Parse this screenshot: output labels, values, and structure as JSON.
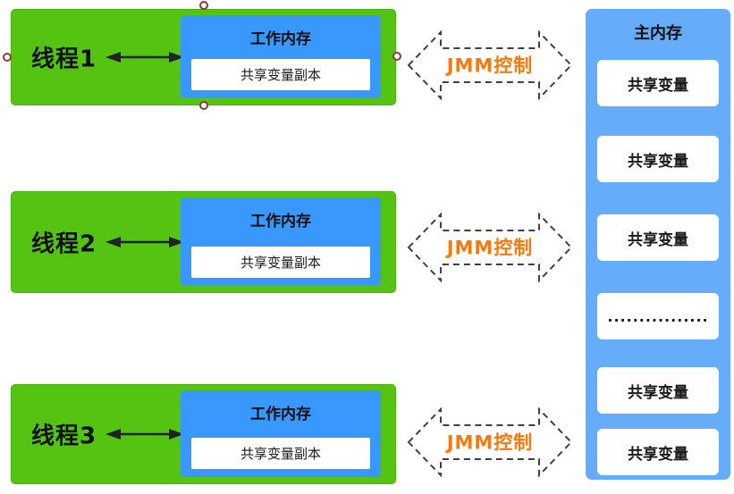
{
  "diagram": {
    "threads": [
      {
        "label": "线程1",
        "work_memory_label": "工作内存",
        "shared_copy_label": "共享变量副本",
        "jmm_label": "JMM控制"
      },
      {
        "label": "线程2",
        "work_memory_label": "工作内存",
        "shared_copy_label": "共享变量副本",
        "jmm_label": "JMM控制"
      },
      {
        "label": "线程3",
        "work_memory_label": "工作内存",
        "shared_copy_label": "共享变量副本",
        "jmm_label": "JMM控制"
      }
    ],
    "main_memory": {
      "title": "主内存",
      "slots": [
        "共享变量",
        "共享变量",
        "共享变量",
        "................",
        "共享变量",
        "共享变量"
      ]
    },
    "icons": {
      "thread_workmem_arrow": "double-headed-arrow",
      "jmm_arrow": "dashed-double-arrow",
      "handles": "connection-point-circle"
    },
    "colors": {
      "thread_green": "#55C312",
      "work_memory_blue": "#3898FB",
      "main_memory_blue": "#65ADFA",
      "jmm_orange": "#F7790B",
      "dash_stroke": "#404040",
      "arrow_black": "#222222",
      "handle_ring": "#8E3B30",
      "slot_white": "#FFFFFF"
    }
  }
}
